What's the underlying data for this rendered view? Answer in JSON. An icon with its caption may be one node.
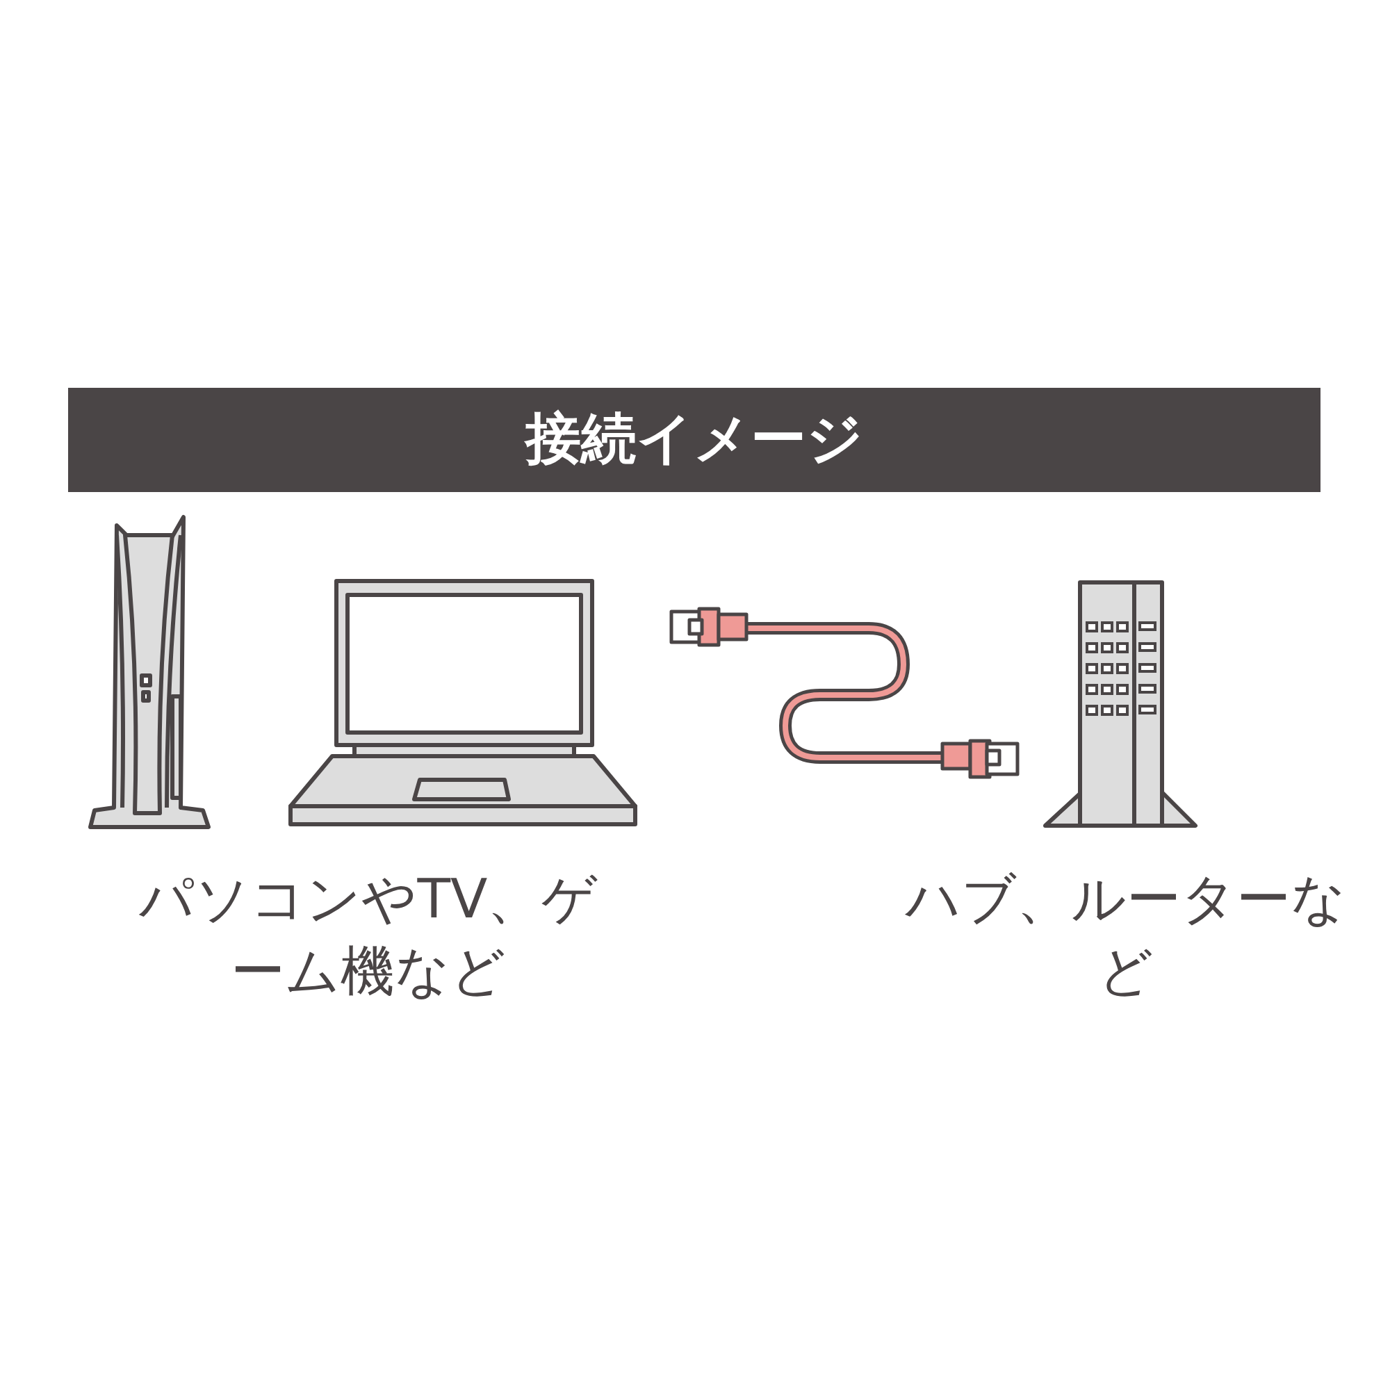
{
  "diagram": {
    "title": "接続イメージ",
    "labels": [
      "パソコンやTV、ゲーム機など",
      "ハブ、ルーターなど"
    ]
  }
}
